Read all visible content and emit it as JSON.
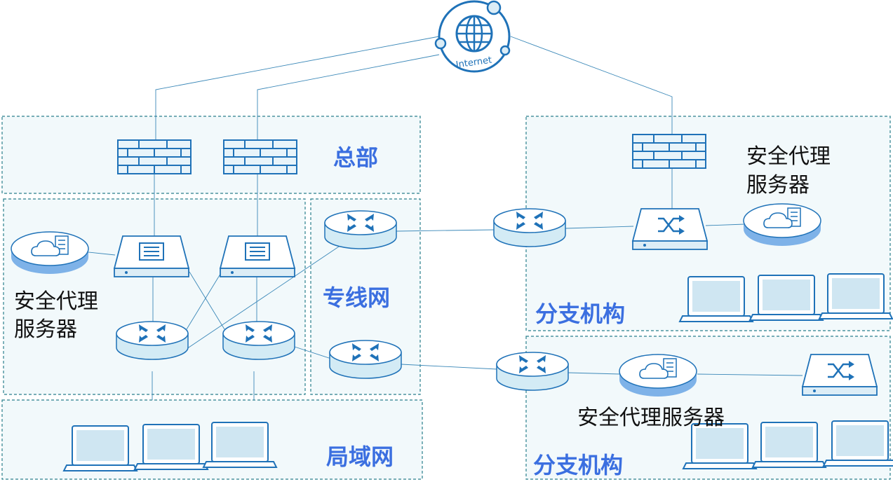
{
  "internet": {
    "label": "Internet"
  },
  "regions": {
    "hq": "总部",
    "lan": "局域网",
    "leased": "专线网",
    "branch1": "分支机构",
    "branch2": "分支机构"
  },
  "proxy_labels": {
    "hq_line1": "安全代理",
    "hq_line2": "服务器",
    "branch1_line1": "安全代理",
    "branch1_line2": "服务器",
    "branch2": "安全代理服务器"
  },
  "colors": {
    "zone_fill": "#f2f9fb",
    "zone_border": "#2a7f8c",
    "accent_blue": "#1f72b8",
    "label_blue": "#3b6fe0"
  },
  "icons": {
    "internet": "globe-icon",
    "firewall": "firewall-icon",
    "router": "router-icon",
    "core_switch": "switch-icon",
    "branch_switch": "shuffle-switch-icon",
    "proxy_server": "cloud-server-icon",
    "laptop": "laptop-icon"
  }
}
